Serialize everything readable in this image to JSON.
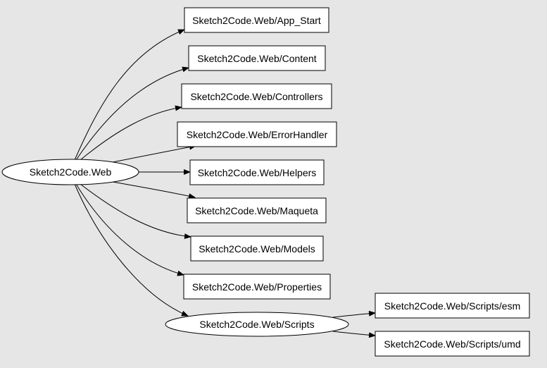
{
  "graph": {
    "background": "#e6e6e6",
    "node_fill": "#ffffff",
    "line_color": "#000000",
    "nodes": {
      "root": {
        "label": "Sketch2Code.Web",
        "shape": "ellipse"
      },
      "app_start": {
        "label": "Sketch2Code.Web/App_Start",
        "shape": "box"
      },
      "content": {
        "label": "Sketch2Code.Web/Content",
        "shape": "box"
      },
      "controllers": {
        "label": "Sketch2Code.Web/Controllers",
        "shape": "box"
      },
      "errorhandler": {
        "label": "Sketch2Code.Web/ErrorHandler",
        "shape": "box"
      },
      "helpers": {
        "label": "Sketch2Code.Web/Helpers",
        "shape": "box"
      },
      "maqueta": {
        "label": "Sketch2Code.Web/Maqueta",
        "shape": "box"
      },
      "models": {
        "label": "Sketch2Code.Web/Models",
        "shape": "box"
      },
      "properties": {
        "label": "Sketch2Code.Web/Properties",
        "shape": "box"
      },
      "scripts": {
        "label": "Sketch2Code.Web/Scripts",
        "shape": "ellipse"
      },
      "scripts_esm": {
        "label": "Sketch2Code.Web/Scripts/esm",
        "shape": "box"
      },
      "scripts_umd": {
        "label": "Sketch2Code.Web/Scripts/umd",
        "shape": "box"
      }
    },
    "edges": [
      {
        "from": "root",
        "to": "app_start"
      },
      {
        "from": "root",
        "to": "content"
      },
      {
        "from": "root",
        "to": "controllers"
      },
      {
        "from": "root",
        "to": "errorhandler"
      },
      {
        "from": "root",
        "to": "helpers"
      },
      {
        "from": "root",
        "to": "maqueta"
      },
      {
        "from": "root",
        "to": "models"
      },
      {
        "from": "root",
        "to": "properties"
      },
      {
        "from": "root",
        "to": "scripts"
      },
      {
        "from": "scripts",
        "to": "scripts_esm"
      },
      {
        "from": "scripts",
        "to": "scripts_umd"
      }
    ]
  }
}
